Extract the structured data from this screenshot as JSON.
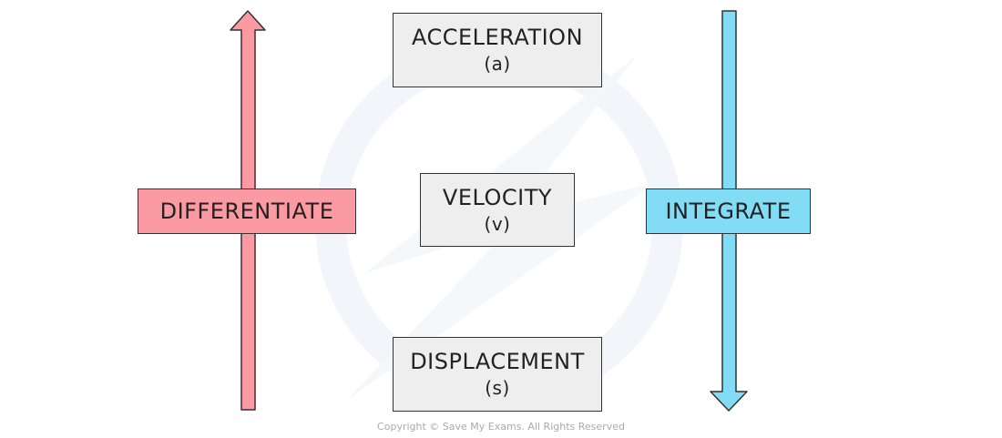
{
  "colors": {
    "differentiate": "#fc9aa3",
    "integrate": "#82dcf6",
    "box_fill": "#eeeeee",
    "outline": "#333333"
  },
  "quantities": [
    {
      "name": "ACCELERATION",
      "symbol": "(a)"
    },
    {
      "name": "VELOCITY",
      "symbol": "(v)"
    },
    {
      "name": "DISPLACEMENT",
      "symbol": "(s)"
    }
  ],
  "operations": {
    "up": {
      "label": "DIFFERENTIATE",
      "direction": "up"
    },
    "down": {
      "label": "INTEGRATE",
      "direction": "down"
    }
  },
  "footer": {
    "copyright": "Copyright © Save My Exams. All Rights Reserved"
  }
}
